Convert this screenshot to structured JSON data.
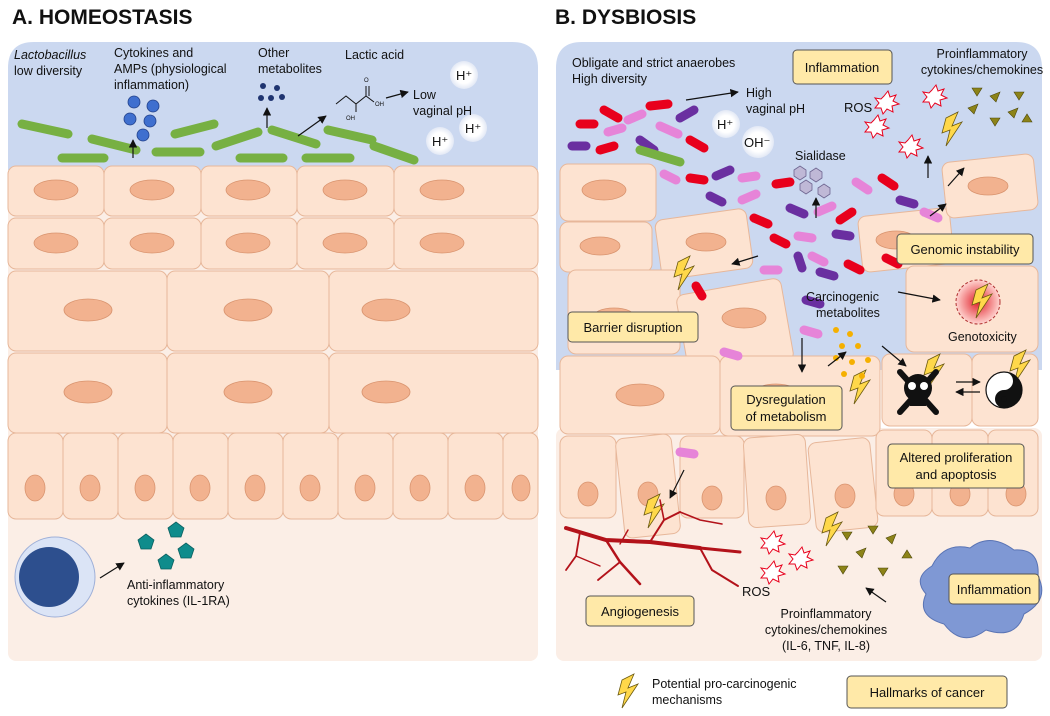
{
  "panelA": {
    "header": "A.   HOMEOSTASIS",
    "lactobacillus": "Lactobacillus",
    "low_diversity": "low diversity",
    "cytokines_amps": [
      "Cytokines and",
      "AMPs (physiological",
      "inflammation)"
    ],
    "other_metabolites": [
      "Other",
      "metabolites"
    ],
    "lactic_acid": "Lactic acid",
    "low_vaginal_ph": [
      "Low",
      "vaginal pH"
    ],
    "h_plus": "H⁺",
    "anti_inflammatory": [
      "Anti-inflammatory",
      "cytokines (IL-1RA)"
    ]
  },
  "panelB": {
    "header": "B.   DYSBIOSIS",
    "anaerobes": [
      "Obligate and strict anaerobes",
      "High diversity"
    ],
    "inflammation_top": "Inflammation",
    "proinflammatory_top": [
      "Proinflammatory",
      "cytokines/chemokines"
    ],
    "high_vaginal_ph": [
      "High",
      "vaginal pH"
    ],
    "ros_top": "ROS",
    "h_plus": "H⁺",
    "oh_minus": "OH⁻",
    "sialidase": "Sialidase",
    "genomic_instability": "Genomic instability",
    "carcinogenic": [
      "Carcinogenic",
      "metabolites"
    ],
    "genotoxicity": "Genotoxicity",
    "barrier_disruption": "Barrier disruption",
    "dysregulation": [
      "Dysregulation",
      "of metabolism"
    ],
    "altered_proliferation": [
      "Altered proliferation",
      "and apoptosis"
    ],
    "angiogenesis": "Angiogenesis",
    "ros_bottom": "ROS",
    "proinflammatory_bottom": [
      "Proinflammatory",
      "cytokines/chemokines",
      "(IL-6, TNF, IL-8)"
    ],
    "inflammation_bottom": "Inflammation"
  },
  "legend": {
    "potential": [
      "Potential pro-carcinogenic",
      "mechanisms"
    ],
    "hallmarks": "Hallmarks of cancer"
  },
  "colors": {
    "lumen": "#cbd8f0",
    "cell_fill": "#fde3d1",
    "stroma": "#fbeee6",
    "lactobacillus": "#77b043",
    "hallmark_box": "#ffe9a8",
    "anaerobe_red": "#e8001c",
    "anaerobe_pink": "#e684d8",
    "anaerobe_purple": "#6a2fa0",
    "immune_cell": "#2d4f8e",
    "macrophage": "#7f98d4"
  }
}
